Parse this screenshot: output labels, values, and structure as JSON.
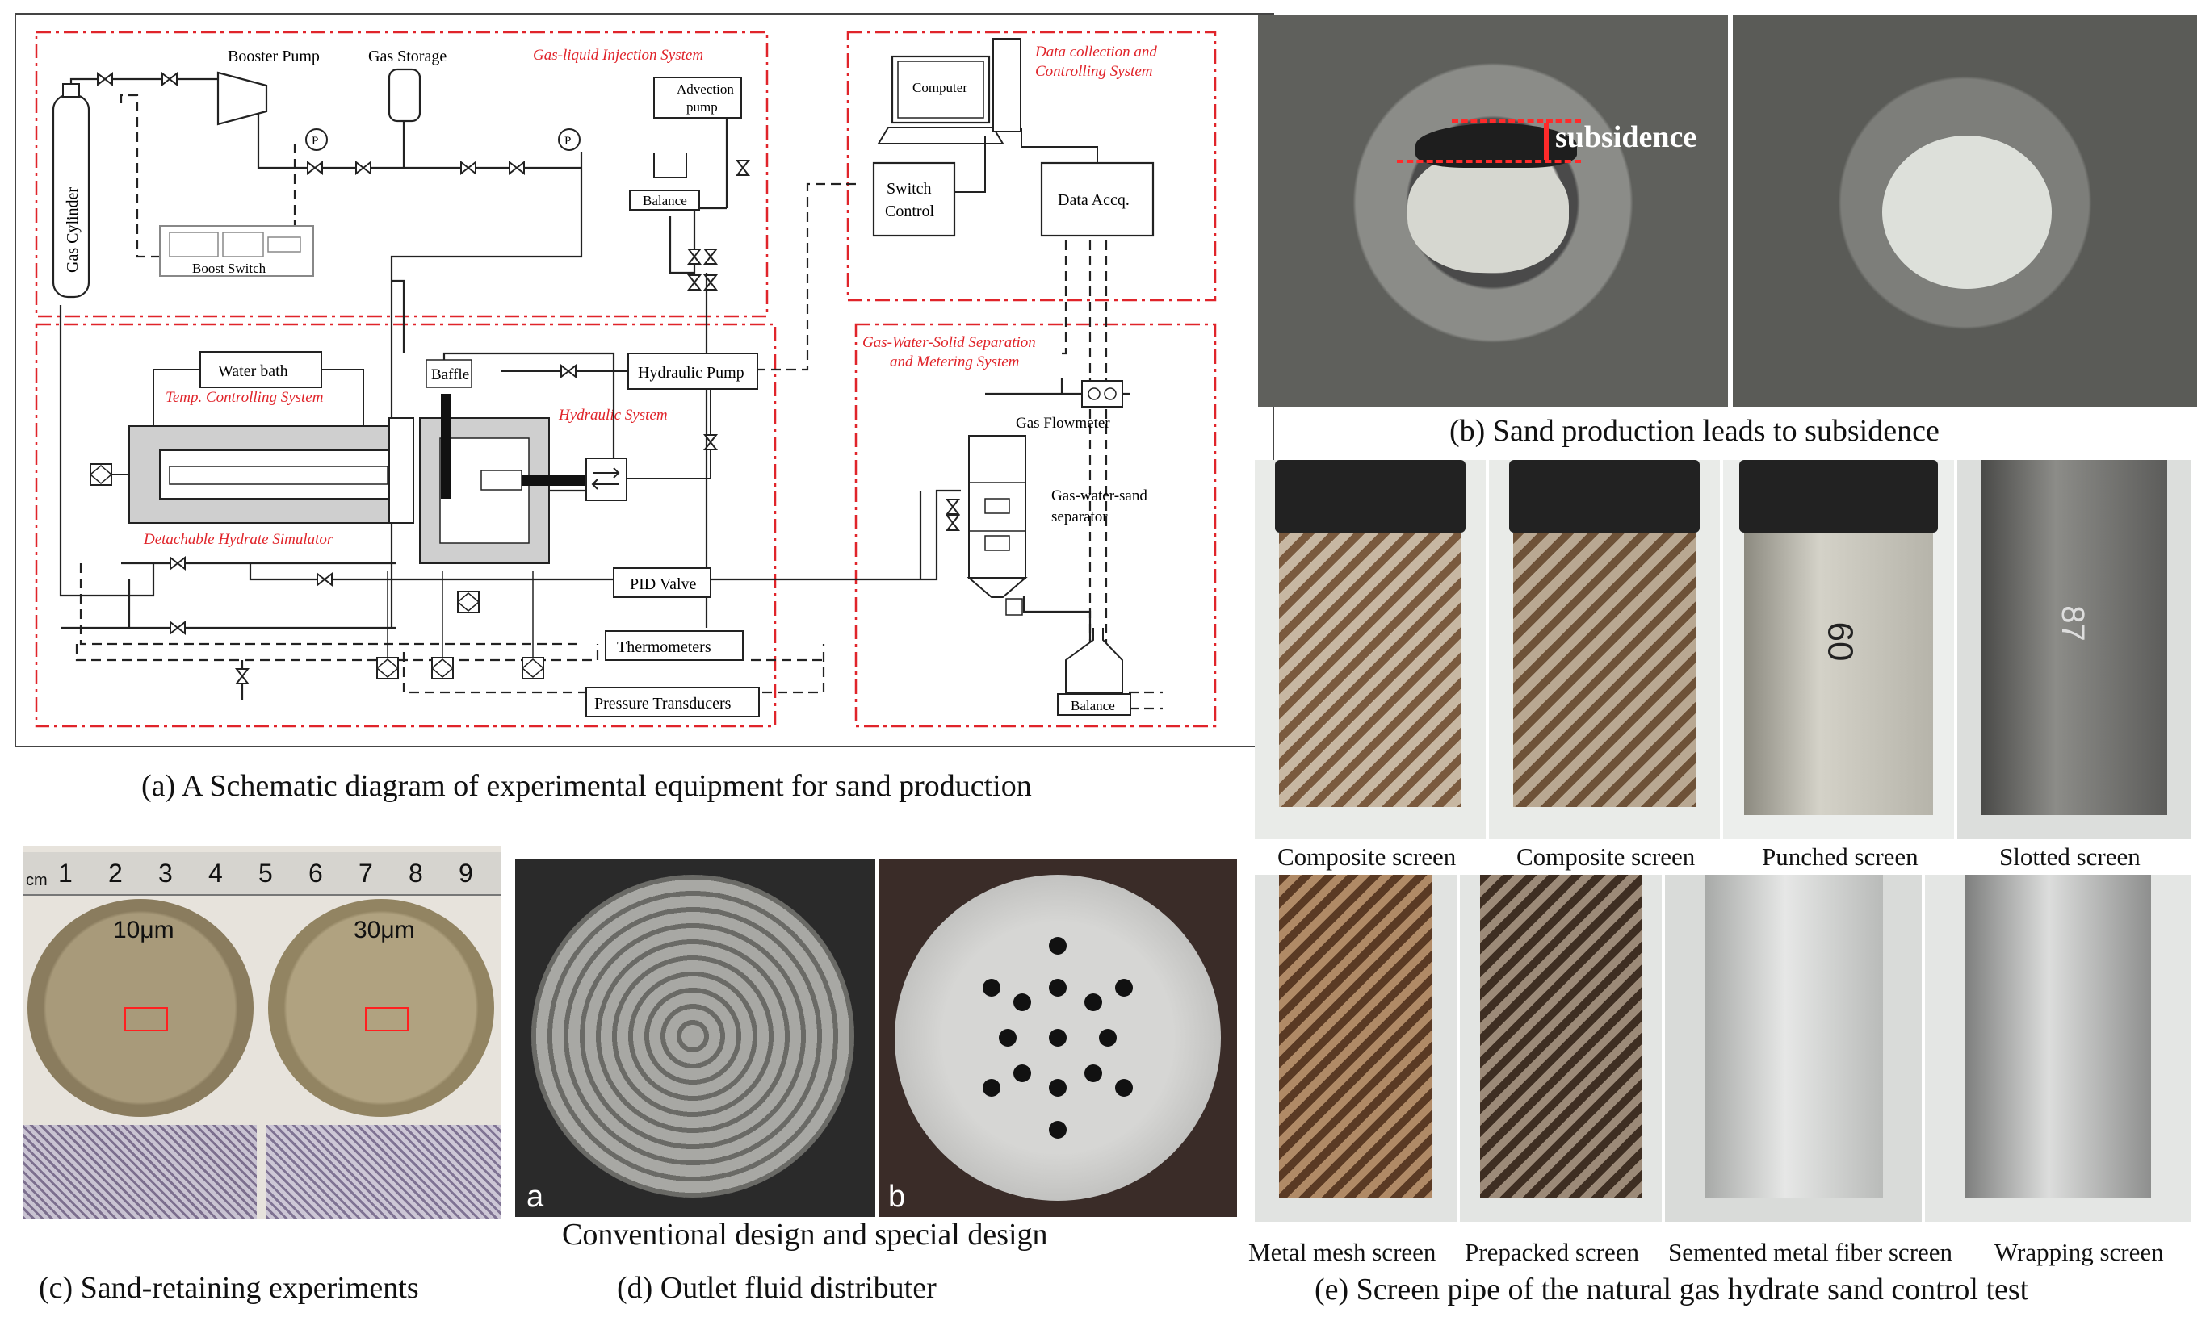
{
  "panel_a": {
    "caption": "(a) A Schematic diagram of experimental equipment for sand production",
    "systems": {
      "injection": "Gas-liquid Injection System",
      "data": "Data collection and Controlling System",
      "temp": "Temp. Controlling System",
      "hydraulic": "Hydraulic System",
      "simulator": "Detachable Hydrate Simulator",
      "separation": "Gas-Water-Solid Separation and Metering System"
    },
    "components": {
      "booster_pump": "Booster Pump",
      "gas_storage": "Gas Storage",
      "gas_cylinder": "Gas Cylinder",
      "boost_switch": "Boost Switch",
      "advection_pump": "Advection pump",
      "balance": "Balance",
      "computer": "Computer",
      "switch_control": "Switch Control",
      "data_acq": "Data Accq.",
      "water_bath": "Water bath",
      "baffle": "Baffle",
      "hydraulic_pump": "Hydraulic Pump",
      "gas_flowmeter": "Gas Flowmeter",
      "separator": "Gas-water-sand separator",
      "pid_valve": "PID Valve",
      "thermometers": "Thermometers",
      "pressure_transducers": "Pressure Transducers",
      "balance2": "Balance",
      "p_label": "P"
    }
  },
  "panel_b": {
    "caption": "(b) Sand production leads to subsidence",
    "label": "subsidence"
  },
  "panel_c": {
    "caption": "(c) Sand-retaining experiments",
    "ruler_unit": "cm",
    "ruler_ticks": [
      "1",
      "2",
      "3",
      "4",
      "5",
      "6",
      "7",
      "8",
      "9"
    ],
    "disc_left": "10μm",
    "disc_right": "30μm"
  },
  "panel_d": {
    "caption": "(d) Outlet fluid distributer",
    "subtitle": "Conventional design and special design",
    "label_a": "a",
    "label_b": "b"
  },
  "panel_e": {
    "caption": "(e) Screen pipe of the natural gas hydrate sand control test",
    "top_labels": [
      "Composite screen",
      "Composite screen",
      "Punched screen",
      "Slotted screen"
    ],
    "bottom_labels": [
      "Metal mesh screen",
      "Prepacked screen",
      "Semented metal fiber screen",
      "Wrapping screen"
    ],
    "pipe_marks": [
      "60",
      "87"
    ]
  },
  "colors": {
    "system_border": "#e0242a",
    "system_label": "#e0242a"
  }
}
